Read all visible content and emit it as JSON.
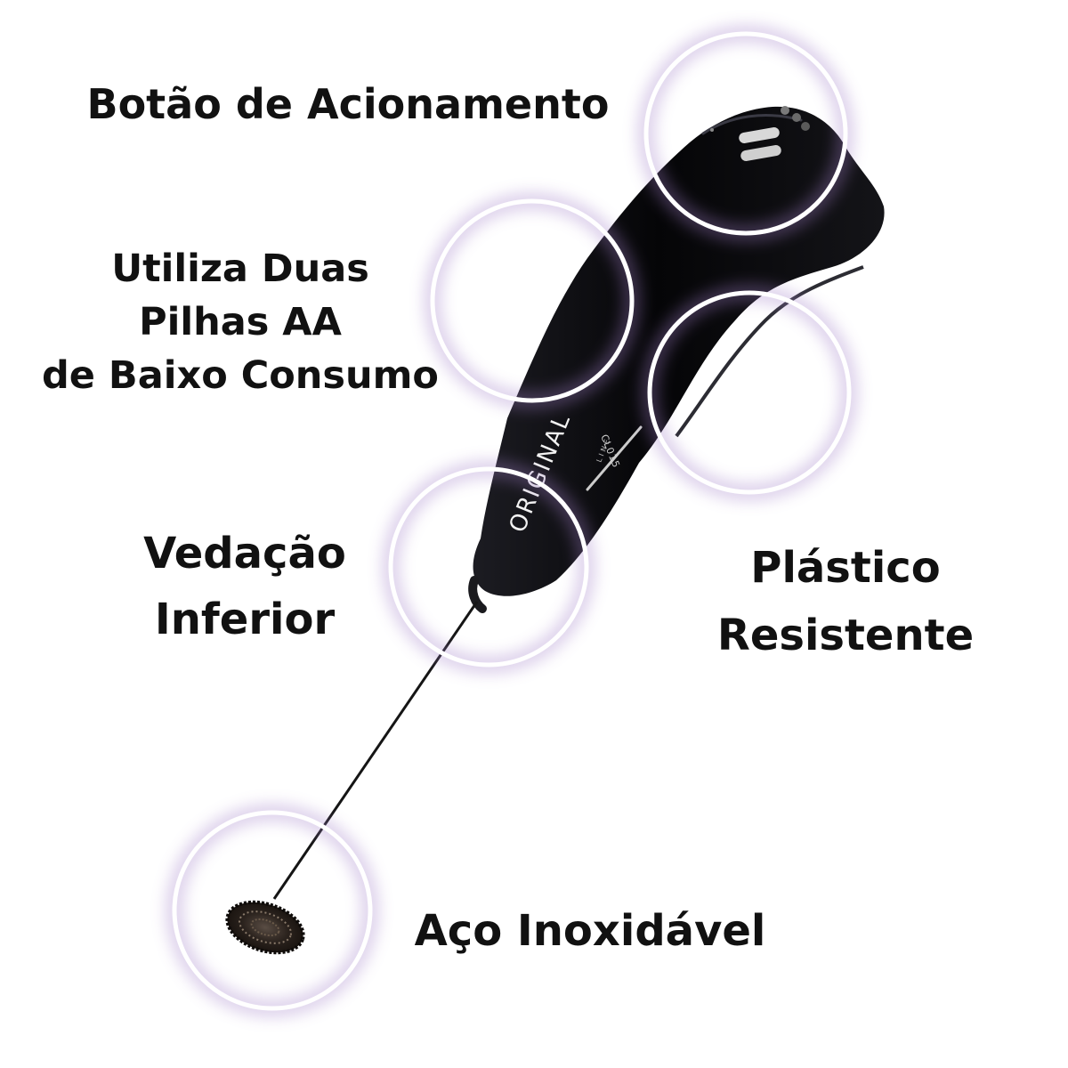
{
  "labels": {
    "button": {
      "lines": [
        "Botão de Acionamento"
      ]
    },
    "batteries": {
      "lines": [
        "Utiliza Duas",
        "Pilhas AA",
        "de Baixo Consumo"
      ]
    },
    "seal": {
      "lines": [
        "Vedação",
        "Inferior"
      ]
    },
    "plastic": {
      "lines": [
        "Plástico",
        "Resistente"
      ]
    },
    "steel": {
      "lines": [
        "Aço Inoxidável"
      ]
    }
  },
  "brand": {
    "text": "ORIGINAL",
    "sub": "LINE",
    "model": "CL015"
  },
  "colors": {
    "label_text": "#111111",
    "device_body": "#0b0b0f",
    "highlight_ring": "#ffffff",
    "glow": "#a07fc8"
  }
}
